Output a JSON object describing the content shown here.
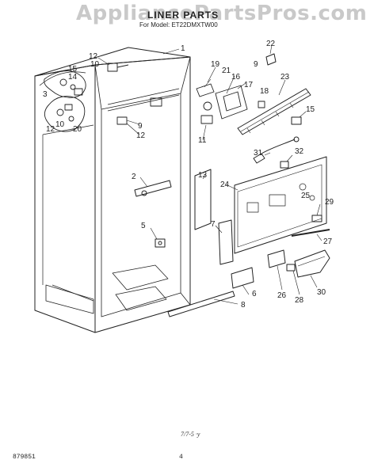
{
  "watermark": "AppliancePartsPros.com",
  "diagram": {
    "title": "LINER PARTS",
    "subtitle": "For Model: ET22DMXTW00",
    "footer_code": "879851",
    "footer_page": "4",
    "footer_note": "7/7-5 ·y"
  },
  "callouts": [
    {
      "id": "c1",
      "label": "1"
    },
    {
      "id": "c2",
      "label": "2"
    },
    {
      "id": "c3",
      "label": "3"
    },
    {
      "id": "c5",
      "label": "5"
    },
    {
      "id": "c6",
      "label": "6"
    },
    {
      "id": "c7",
      "label": "7"
    },
    {
      "id": "c8",
      "label": "8"
    },
    {
      "id": "c9a",
      "label": "9"
    },
    {
      "id": "c9b",
      "label": "9"
    },
    {
      "id": "c10a",
      "label": "10"
    },
    {
      "id": "c10b",
      "label": "10"
    },
    {
      "id": "c11",
      "label": "11"
    },
    {
      "id": "c12a",
      "label": "12"
    },
    {
      "id": "c12b",
      "label": "12"
    },
    {
      "id": "c12c",
      "label": "12"
    },
    {
      "id": "c13",
      "label": "13"
    },
    {
      "id": "c14",
      "label": "14"
    },
    {
      "id": "c15a",
      "label": "15"
    },
    {
      "id": "c15b",
      "label": "15"
    },
    {
      "id": "c16",
      "label": "16"
    },
    {
      "id": "c17",
      "label": "17"
    },
    {
      "id": "c18",
      "label": "18"
    },
    {
      "id": "c19",
      "label": "19"
    },
    {
      "id": "c20",
      "label": "20"
    },
    {
      "id": "c21",
      "label": "21"
    },
    {
      "id": "c22",
      "label": "22"
    },
    {
      "id": "c23",
      "label": "23"
    },
    {
      "id": "c24",
      "label": "24"
    },
    {
      "id": "c25",
      "label": "25"
    },
    {
      "id": "c26",
      "label": "26"
    },
    {
      "id": "c27",
      "label": "27"
    },
    {
      "id": "c28",
      "label": "28"
    },
    {
      "id": "c29",
      "label": "29"
    },
    {
      "id": "c30",
      "label": "30"
    },
    {
      "id": "c31",
      "label": "31"
    },
    {
      "id": "c32",
      "label": "32"
    }
  ]
}
